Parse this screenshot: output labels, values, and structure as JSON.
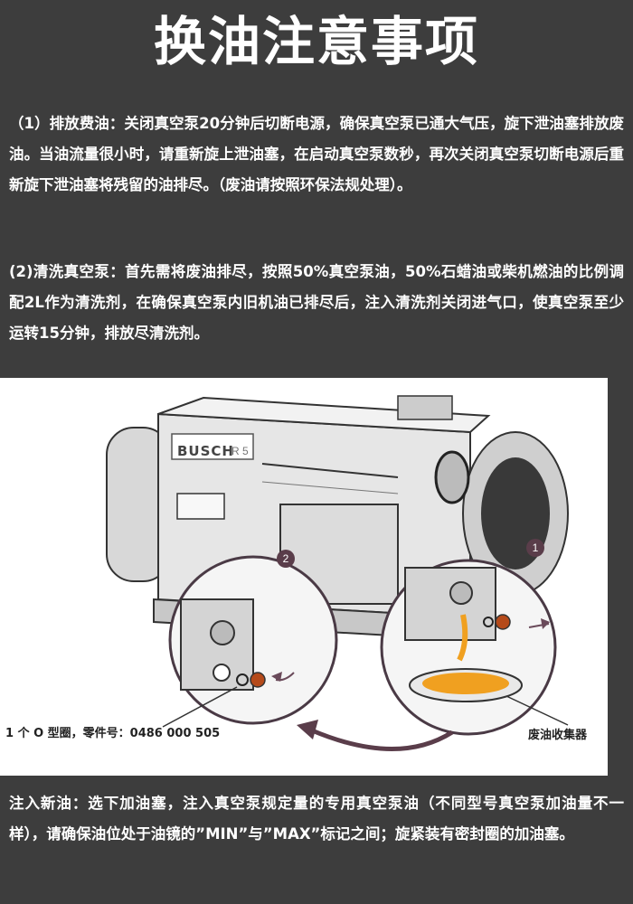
{
  "title": "换油注意事项",
  "paragraphs": {
    "p1": "（1）排放费油：关闭真空泵20分钟后切断电源，确保真空泵已通大气压，旋下泄油塞排放废油。当油流量很小时，请重新旋上泄油塞，在启动真空泵数秒，再次关闭真空泵切断电源后重新旋下泄油塞将残留的油排尽。（废油请按照环保法规处理）。",
    "p2": "(2)清洗真空泵：首先需将废油排尽，按照50%真空泵油，50%石蜡油或柴机燃油的比例调配2L作为清洗剂，在确保真空泵内旧机油已排尽后，注入清洗剂关闭进气口，使真空泵至少运转15分钟，排放尽清洗剂。",
    "p3": "注入新油：选下加油塞，注入真空泵规定量的专用真空泵油（不同型号真空泵加油量不一样），请确保油位处于油镜的”MIN”与”MAX”标记之间；旋紧装有密封圈的加油塞。"
  },
  "figure": {
    "brand": "BUSCH",
    "model": "R 5",
    "callout_1": "1",
    "callout_2": "2",
    "label_oring": "1 个 O 型圈，零件号：0486 000 505",
    "label_collector": "废油收集器"
  },
  "colors": {
    "background": "#3d3d3d",
    "text": "#ffffff",
    "callout": "#5a3d4a",
    "oil": "#f0a020"
  }
}
